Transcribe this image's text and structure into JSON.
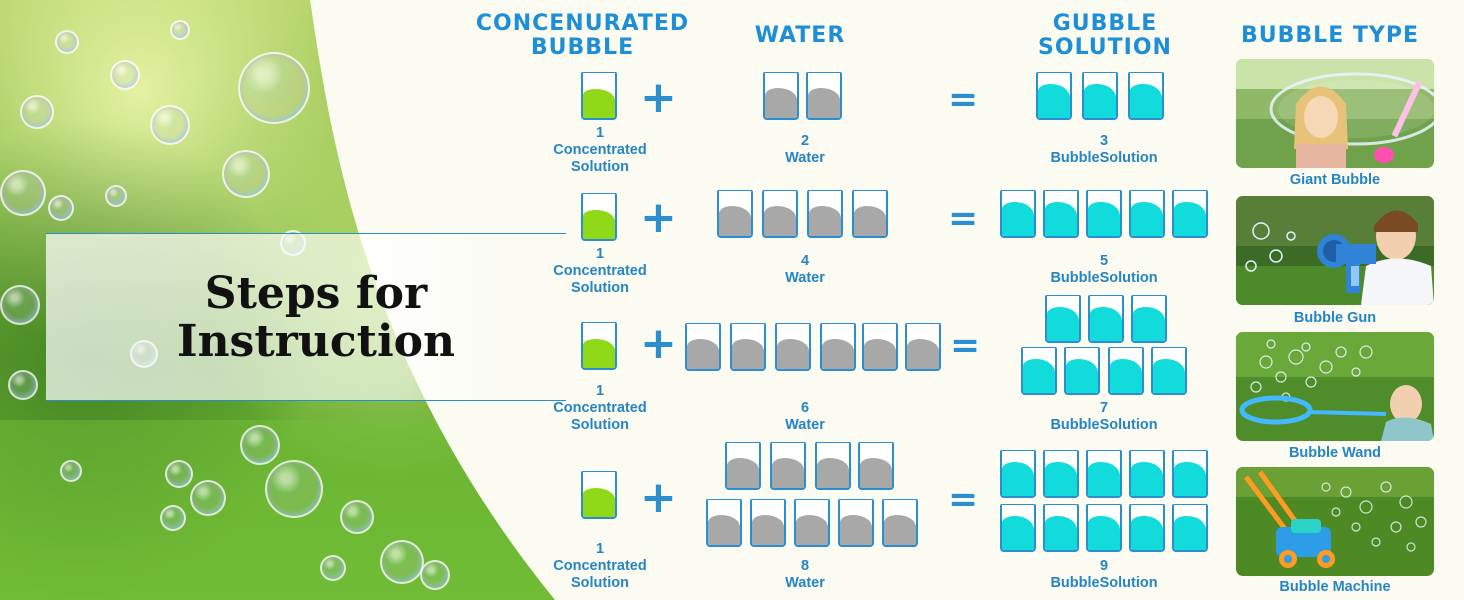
{
  "banner": {
    "line1": "Steps for",
    "line2": "Instruction"
  },
  "headers": {
    "concentrate": "CONCENURATED\nBUBBLE",
    "water": "WATER",
    "solution": "GUBBLE\nSOLUTION",
    "bubble_type": "BUBBLE TYPE"
  },
  "signs": {
    "plus": "+",
    "equals": "="
  },
  "rows": [
    {
      "concentrate": "1\nConcentrated\nSolution",
      "water": "2\nWater",
      "solution": "3\nBubbleSolution"
    },
    {
      "concentrate": "1\nConcentrated\nSolution",
      "water": "4\nWater",
      "solution": "5\nBubbleSolution"
    },
    {
      "concentrate": "1\nConcentrated\nSolution",
      "water": "6\nWater",
      "solution": "7\nBubbleSolution"
    },
    {
      "concentrate": "1\nConcentrated\nSolution",
      "water": "8\nWater",
      "solution": "9\nBubbleSolution"
    }
  ],
  "bubble_types": [
    {
      "label": "Giant Bubble"
    },
    {
      "label": "Bubble Gun"
    },
    {
      "label": "Bubble Wand"
    },
    {
      "label": "Bubble Machine"
    }
  ],
  "colors": {
    "accent": "#1e8fd6",
    "concentrate_fill": "#8fd919",
    "water_fill": "#a8a8a8",
    "solution_fill": "#12dbdb"
  }
}
